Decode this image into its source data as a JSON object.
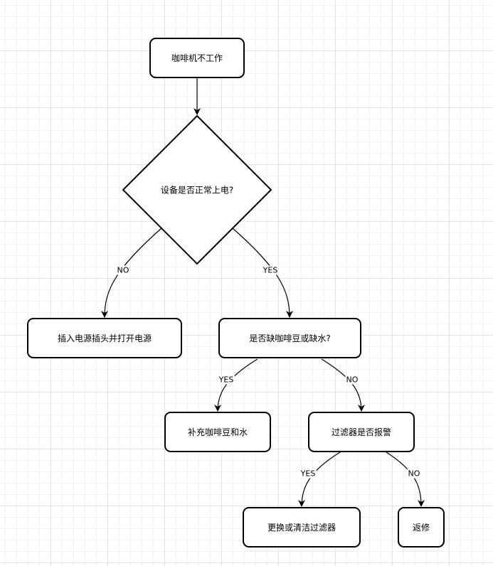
{
  "diagram": {
    "nodes": {
      "start": "咖啡机不工作",
      "power_check": "设备是否正常上电?",
      "plug_in": "插入电源插头并打开电源",
      "supply_check": "是否缺咖啡豆或缺水?",
      "refill": "补充咖啡豆和水",
      "filter_check": "过滤器是否报警",
      "replace_filter": "更换或清洁过滤器",
      "repair": "返修"
    },
    "edges": {
      "power_no": "NO",
      "power_yes": "YES",
      "supply_yes": "YES",
      "supply_no": "NO",
      "filter_yes": "YES",
      "filter_no": "NO"
    }
  }
}
